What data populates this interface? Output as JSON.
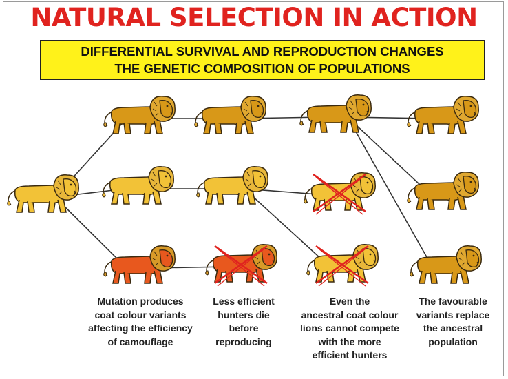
{
  "title": "NATURAL SELECTION IN ACTION",
  "subtitle": {
    "line1": "DIFFERENTIAL SURVIVAL AND REPRODUCTION CHANGES",
    "line2": "THE GENETIC COMPOSITION OF POPULATIONS"
  },
  "colors": {
    "title": "#e0231f",
    "banner": "#fff21a",
    "lion_ancestral": "#f2c237",
    "lion_dark": "#d89818",
    "lion_red": "#e8581e",
    "cross": "#e0231f"
  },
  "lions": [
    {
      "id": "ancestor",
      "variant": "ancestral",
      "crossed": false
    },
    {
      "id": "gen1-top",
      "variant": "dark",
      "crossed": false
    },
    {
      "id": "gen1-mid",
      "variant": "ancestral",
      "crossed": false
    },
    {
      "id": "gen1-bottom",
      "variant": "red",
      "crossed": false
    },
    {
      "id": "gen2-top",
      "variant": "dark",
      "crossed": false
    },
    {
      "id": "gen2-mid",
      "variant": "ancestral",
      "crossed": false
    },
    {
      "id": "gen2-bottom",
      "variant": "red",
      "crossed": true
    },
    {
      "id": "gen3-top",
      "variant": "dark",
      "crossed": false
    },
    {
      "id": "gen3-mid",
      "variant": "ancestral",
      "crossed": true
    },
    {
      "id": "gen3-bottom",
      "variant": "ancestral",
      "crossed": true
    },
    {
      "id": "gen4-top",
      "variant": "dark",
      "crossed": false
    },
    {
      "id": "gen4-mid",
      "variant": "dark",
      "crossed": false
    },
    {
      "id": "gen4-bottom",
      "variant": "dark",
      "crossed": false
    }
  ],
  "captions": {
    "mutation": [
      "Mutation produces",
      "coat colour variants",
      "affecting the efficiency",
      "of camouflage"
    ],
    "less_efficient": [
      "Less efficient",
      "hunters die",
      "before",
      "reproducing"
    ],
    "ancestral": [
      "Even the",
      "ancestral coat colour",
      "lions cannot compete",
      "with the more",
      "efficient hunters"
    ],
    "favourable": [
      "The favourable",
      "variants replace",
      "the ancestral",
      "population"
    ]
  }
}
